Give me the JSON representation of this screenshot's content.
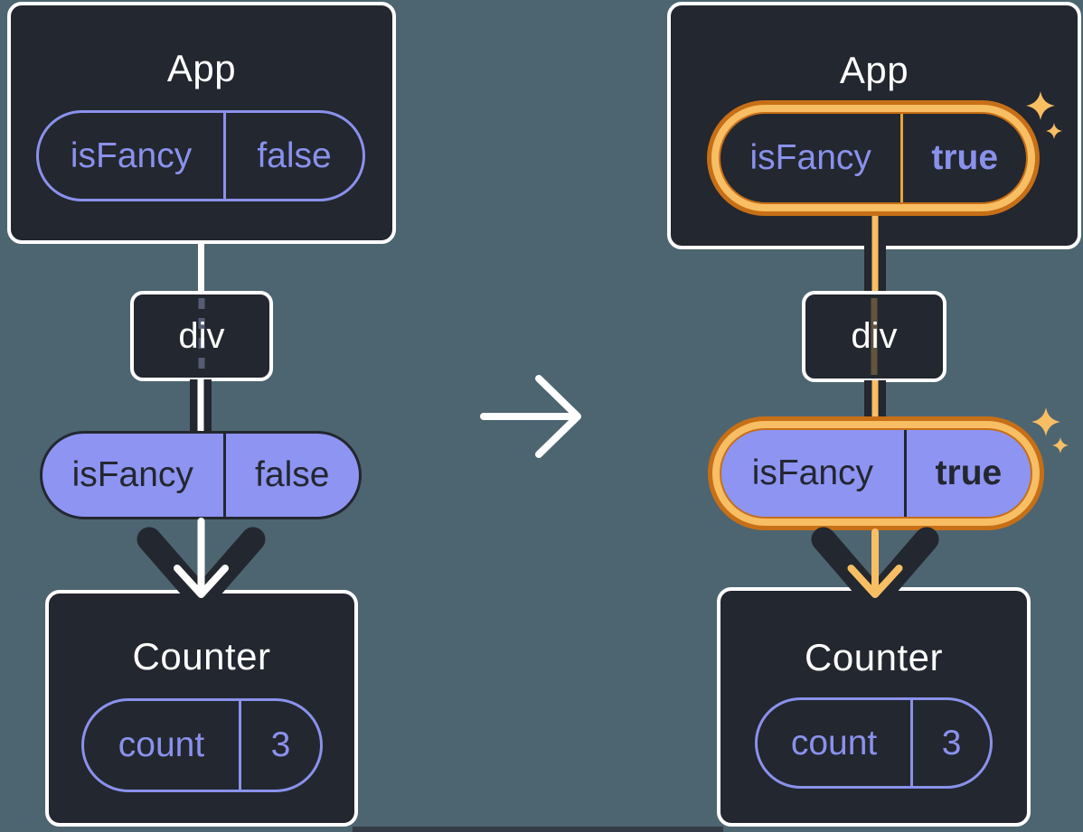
{
  "colors": {
    "background": "#4D6570",
    "panel": "#23272F",
    "white": "#FFFFFF",
    "purple": "#8A91EC",
    "purple_fill": "#8D94F2",
    "orange": "#F8BE64",
    "orange_deep": "#C76F17",
    "orange_divider": "#E8A33D"
  },
  "icons": {
    "transition": "arrow-right-icon",
    "flow": "arrow-down-icon",
    "highlight": "sparkle-icon"
  },
  "left": {
    "app_title": "App",
    "app_prop_name": "isFancy",
    "app_prop_value": "false",
    "div_title": "div",
    "passed_prop_name": "isFancy",
    "passed_prop_value": "false",
    "counter_title": "Counter",
    "counter_state_name": "count",
    "counter_state_value": "3"
  },
  "right": {
    "app_title": "App",
    "app_prop_name": "isFancy",
    "app_prop_value": "true",
    "div_title": "div",
    "passed_prop_name": "isFancy",
    "passed_prop_value": "true",
    "counter_title": "Counter",
    "counter_state_name": "count",
    "counter_state_value": "3"
  }
}
